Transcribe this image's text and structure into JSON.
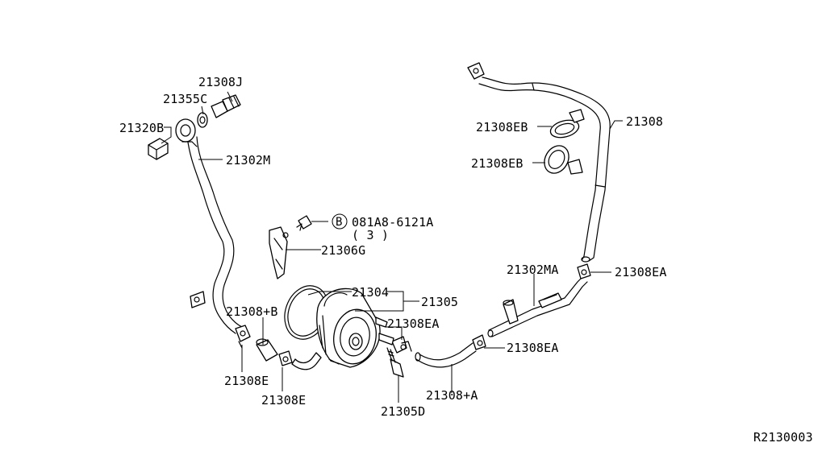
{
  "diagram": {
    "labels": {
      "p21308J": "21308J",
      "p21355C": "21355C",
      "p21320B": "21320B",
      "p21302M": "21302M",
      "bolt_code": "081A8-6121A",
      "bolt_qty": "( 3 )",
      "bolt_marker": "B",
      "p21306G": "21306G",
      "p21304": "21304",
      "p21305": "21305",
      "p21308_B": "21308+B",
      "p21308EA_mid": "21308EA",
      "p21308E_left": "21308E",
      "p21308E_bottom": "21308E",
      "p21305D": "21305D",
      "p21308_A": "21308+A",
      "p21308EA_lower": "21308EA",
      "p21302MA": "21302MA",
      "p21308EA_right": "21308EA",
      "p21308": "21308",
      "p21308EB_top": "21308EB",
      "p21308EB_bottom": "21308EB"
    },
    "reference_code": "R2130003"
  }
}
